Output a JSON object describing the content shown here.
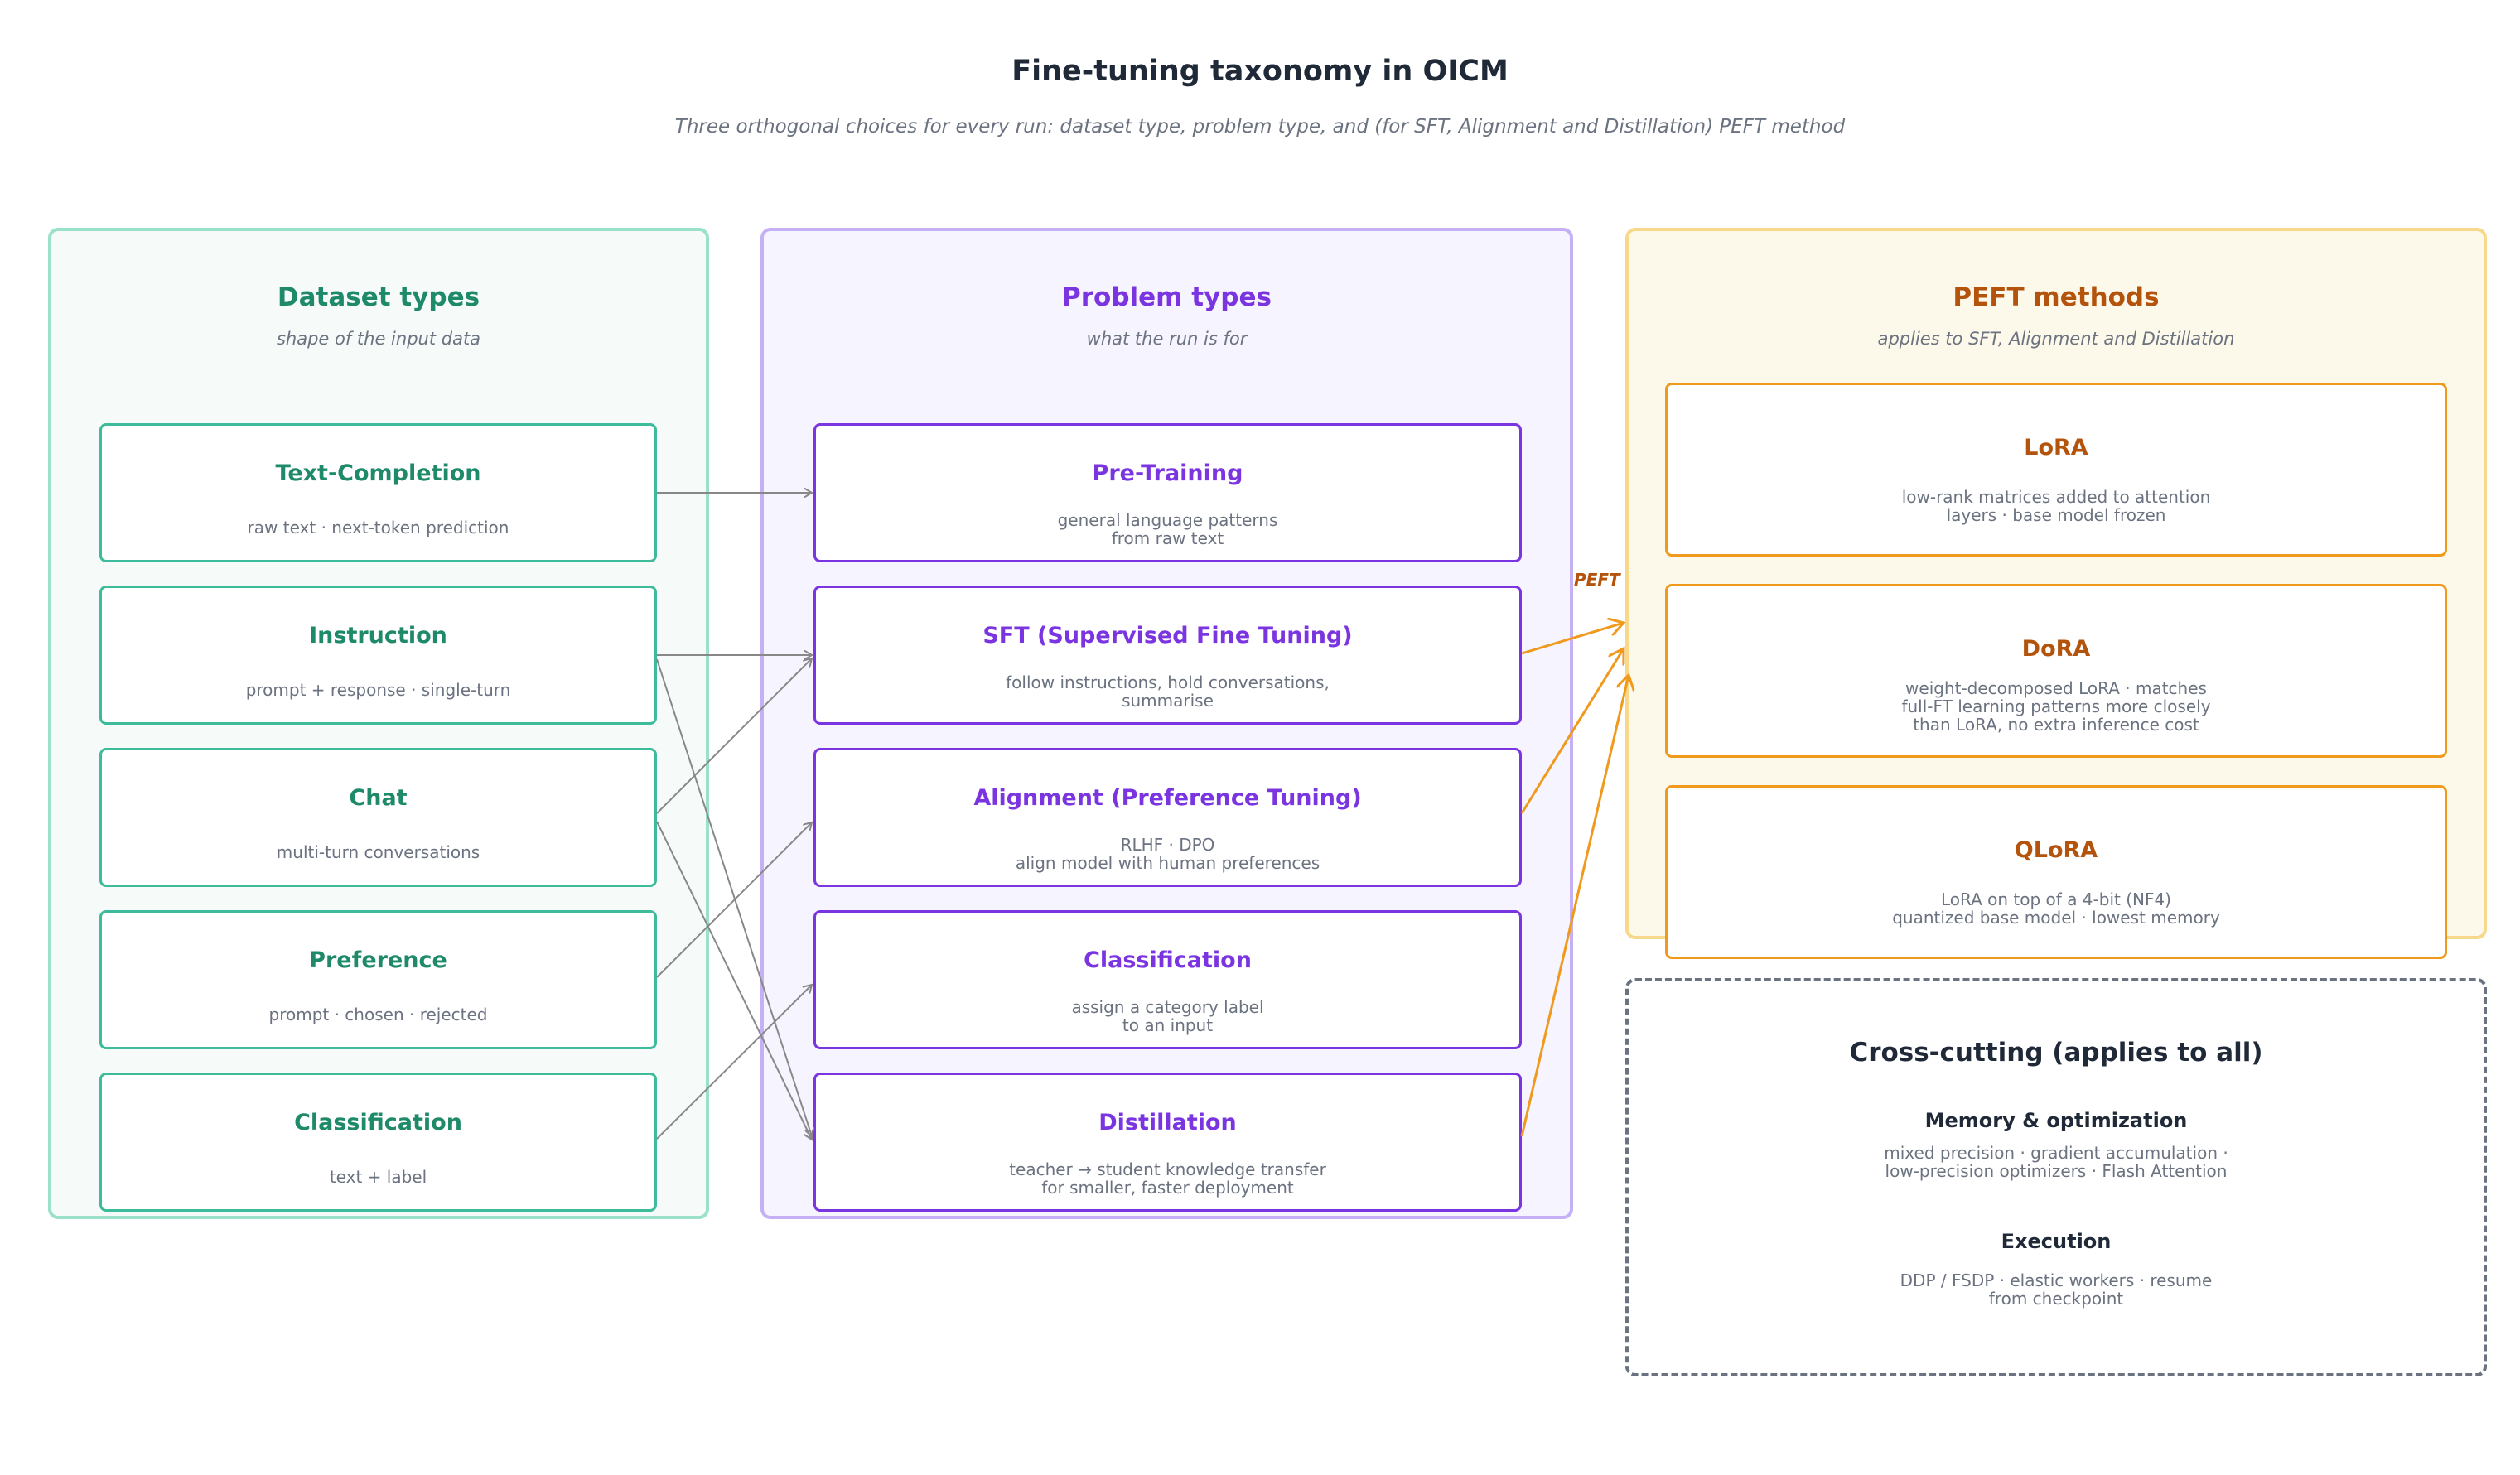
{
  "title": "Fine-tuning taxonomy in OICM",
  "subtitle": "Three orthogonal choices for every run: dataset type, problem type, and (for SFT, Alignment and Distillation) PEFT method",
  "dataset": {
    "title": "Dataset types",
    "subtitle": "shape of the input data",
    "items": [
      {
        "title": "Text-Completion",
        "desc": "raw text · next-token prediction"
      },
      {
        "title": "Instruction",
        "desc": "prompt + response · single-turn"
      },
      {
        "title": "Chat",
        "desc": "multi-turn conversations"
      },
      {
        "title": "Preference",
        "desc": "prompt · chosen · rejected"
      },
      {
        "title": "Classification",
        "desc": "text + label"
      }
    ]
  },
  "problem": {
    "title": "Problem types",
    "subtitle": "what the run is for",
    "items": [
      {
        "title": "Pre-Training",
        "desc1": "general language patterns",
        "desc2": "from raw text"
      },
      {
        "title": "SFT (Supervised Fine Tuning)",
        "desc1": "follow instructions, hold conversations,",
        "desc2": "summarise"
      },
      {
        "title": "Alignment (Preference Tuning)",
        "desc1": "RLHF · DPO",
        "desc2": "align model with human preferences"
      },
      {
        "title": "Classification",
        "desc1": "assign a category label",
        "desc2": "to an input"
      },
      {
        "title": "Distillation",
        "desc1": "teacher → student knowledge transfer",
        "desc2": "for smaller, faster deployment"
      }
    ]
  },
  "peft": {
    "title": "PEFT methods",
    "subtitle": "applies to SFT, Alignment and Distillation",
    "arrow_label": "PEFT",
    "items": [
      {
        "title": "LoRA",
        "lines": [
          "low-rank matrices added to attention",
          "layers · base model frozen"
        ]
      },
      {
        "title": "DoRA",
        "lines": [
          "weight-decomposed LoRA · matches",
          "full-FT learning patterns more closely",
          "than LoRA, no extra inference cost"
        ]
      },
      {
        "title": "QLoRA",
        "lines": [
          "LoRA on top of a 4-bit (NF4)",
          "quantized base model · lowest memory"
        ]
      }
    ]
  },
  "cross_cutting": {
    "title": "Cross-cutting (applies to all)",
    "memory": {
      "title": "Memory & optimization",
      "desc1": "mixed precision · gradient accumulation ·",
      "desc2": "low-precision optimizers · Flash Attention"
    },
    "execution": {
      "title": "Execution",
      "desc1": "DDP / FSDP · elastic workers · resume",
      "desc2": "from checkpoint"
    }
  },
  "colors": {
    "dataset_accent": "#1f8a6a",
    "problem_accent": "#7b35e0",
    "peft_accent": "#b4530c",
    "peft_arrow": "#f09a1d",
    "mapping_arrow": "#888888"
  }
}
